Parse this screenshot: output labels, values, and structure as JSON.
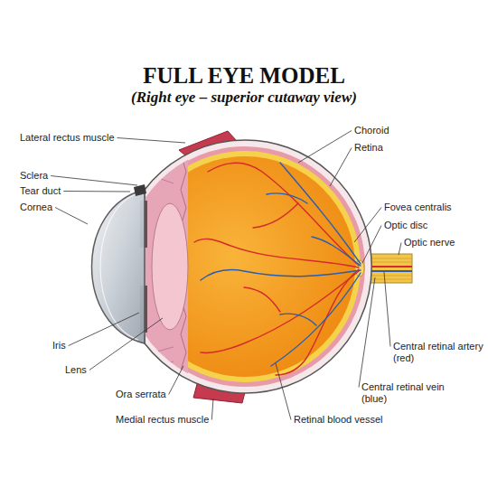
{
  "diagram": {
    "title": "FULL EYE MODEL",
    "labels": [
      "(Right eye – superior cutaway view)",
      "Lateral rectus muscle",
      "Sclera",
      "Tear duct",
      "Cornea",
      "Iris",
      "Lens",
      "Ora serrata",
      "Medial rectus muscle",
      "Retinal blood vessel",
      "Choroid",
      "Retina",
      "Fovea centralis",
      "Optic disc",
      "Optic nerve",
      "Central retinal artery (red)",
      "Central retinal vein (blue)"
    ]
  }
}
